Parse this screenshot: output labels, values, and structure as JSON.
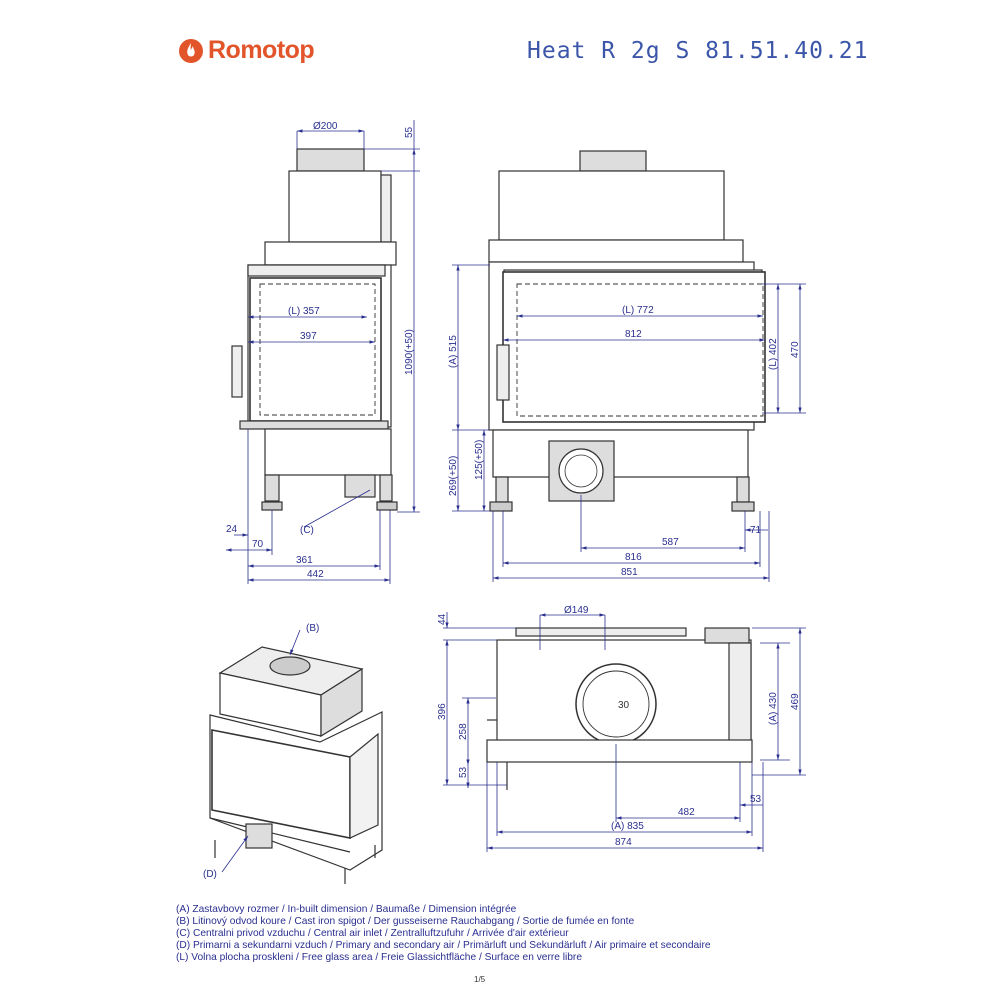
{
  "header": {
    "brand": "Romotop",
    "model": "Heat R 2g S 81.51.40.21"
  },
  "dimensions": {
    "side_flue_diameter": "Ø200",
    "side_top_offset": "55",
    "side_glass_width": "(L) 357",
    "side_inner_width": "397",
    "side_total_height": "1090(+50)",
    "side_foot_24": "24",
    "side_foot_70": "70",
    "side_callout_c": "(C)",
    "side_depth_361": "361",
    "side_depth_442": "442",
    "front_glass_width": "(L) 772",
    "front_inner_width": "812",
    "front_height_a": "(A) 515",
    "front_glass_height": "(L) 402",
    "front_height_470": "470",
    "front_269": "269(+50)",
    "front_125": "125(+50)",
    "front_71": "71",
    "front_587": "587",
    "front_816": "816",
    "front_851": "851",
    "top_flue_diameter": "Ø149",
    "top_44": "44",
    "top_396": "396",
    "top_258": "258",
    "top_53_left": "53",
    "top_depth_a": "(A) 430",
    "top_depth_469": "469",
    "top_53_right": "53",
    "top_482": "482",
    "top_width_a": "(A) 835",
    "top_width_874": "874",
    "top_angle": "30",
    "iso_callout_b": "(B)",
    "iso_callout_d": "(D)"
  },
  "legend": [
    "(A)  Zastavbovy rozmer / In-built dimension / Baumaße / Dimension intégrée",
    "(B)  Litinový odvod koure / Cast iron spigot / Der gusseiserne Rauchabgang / Sortie de fumée en fonte",
    "(C)  Centralni privod vzduchu / Central air inlet / Zentralluftzufuhr / Arrivée d'air extérieur",
    "(D)  Primarni a sekundarni vzduch / Primary and secondary air / Primärluft und Sekundärluft / Air primaire et secondaire",
    "(L)  Volna plocha proskleni / Free glass area / Freie Glassichtfläche / Surface en verre libre"
  ],
  "page_number": "1/5",
  "colors": {
    "brand": "#e2542a",
    "title": "#3b55a8",
    "dimension": "#2a2f8f",
    "drawing": "#333333"
  }
}
